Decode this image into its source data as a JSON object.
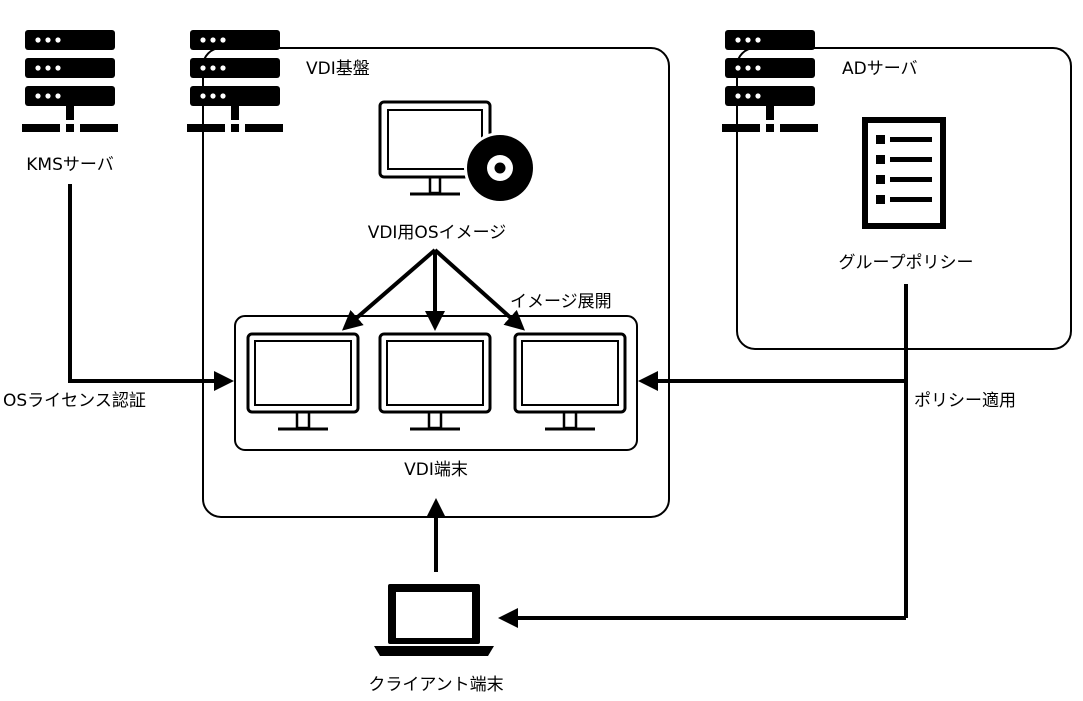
{
  "labels": {
    "kms_server": "KMSサーバ",
    "vdi_platform": "VDI基盤",
    "ad_server": "ADサーバ",
    "os_image": "VDI用OSイメージ",
    "image_deploy": "イメージ展開",
    "vdi_terminal": "VDI端末",
    "os_license": "OSライセンス認証",
    "policy_apply": "ポリシー適用",
    "group_policy": "グループポリシー",
    "client_terminal": "クライアント端末"
  },
  "icons": {
    "server": "server-icon",
    "monitor": "monitor-icon",
    "disc": "disc-icon",
    "policy_doc": "policy-document-icon",
    "laptop": "laptop-icon"
  }
}
